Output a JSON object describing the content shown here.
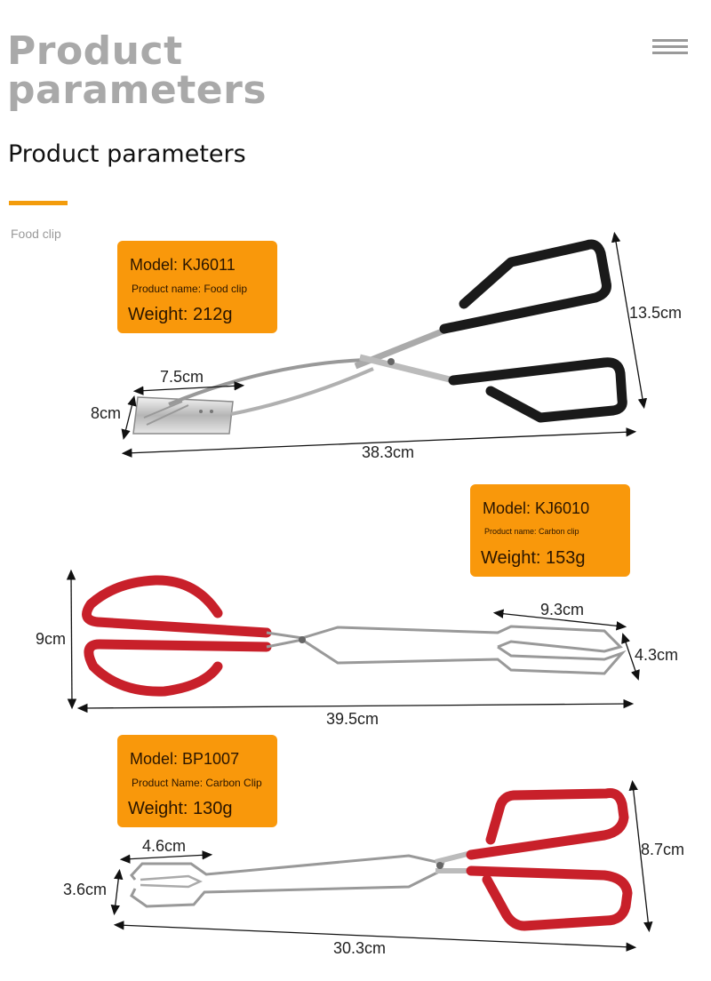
{
  "header": {
    "title_line1": "Product",
    "title_line2": "parameters"
  },
  "section": {
    "title": "Product parameters",
    "category": "Food clip"
  },
  "colors": {
    "accent": "#f39c0c",
    "card": "#f9980b",
    "black_handle": "#1a1a1a",
    "red_handle": "#c8202a"
  },
  "products": [
    {
      "model": "Model: KJ6011",
      "name": "Product name: Food clip",
      "weight": "Weight: 212g",
      "dims": {
        "length": "38.3cm",
        "height": "13.5cm",
        "head_length": "7.5cm",
        "head_width": "8cm"
      }
    },
    {
      "model": "Model: KJ6010",
      "name": "Product name: Carbon clip",
      "weight": "Weight: 153g",
      "dims": {
        "length": "39.5cm",
        "height": "9cm",
        "head_length": "9.3cm",
        "head_width": "4.3cm"
      }
    },
    {
      "model": "Model: BP1007",
      "name": "Product Name: Carbon Clip",
      "weight": "Weight: 130g",
      "dims": {
        "length": "30.3cm",
        "height": "8.7cm",
        "head_length": "4.6cm",
        "head_width": "3.6cm"
      }
    }
  ]
}
